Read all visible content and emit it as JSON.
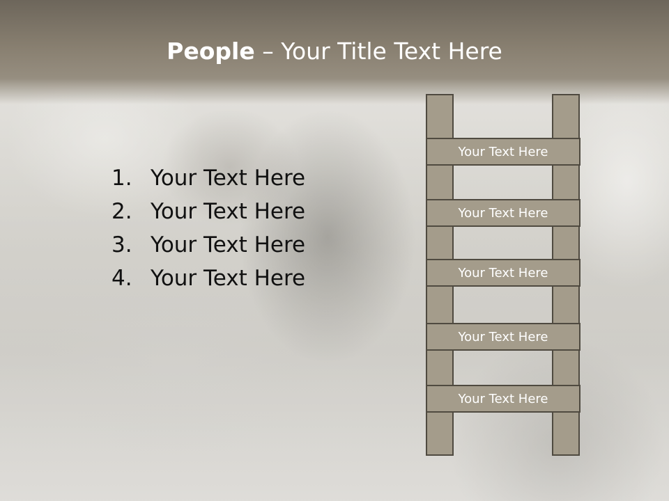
{
  "slide": {
    "title_bold": "People",
    "title_rest": " – Your Title Text Here",
    "list": [
      {
        "num": "1.",
        "text": "Your Text Here"
      },
      {
        "num": "2.",
        "text": "Your Text Here"
      },
      {
        "num": "3.",
        "text": "Your Text Here"
      },
      {
        "num": "4.",
        "text": "Your Text Here"
      }
    ],
    "ladder_rungs": [
      "Your Text Here",
      "Your Text Here",
      "Your Text Here",
      "Your Text Here",
      "Your Text Here"
    ]
  },
  "colors": {
    "header": "#887f70",
    "ladder_fill": "#a49c8b",
    "ladder_border": "#4f4a40"
  }
}
